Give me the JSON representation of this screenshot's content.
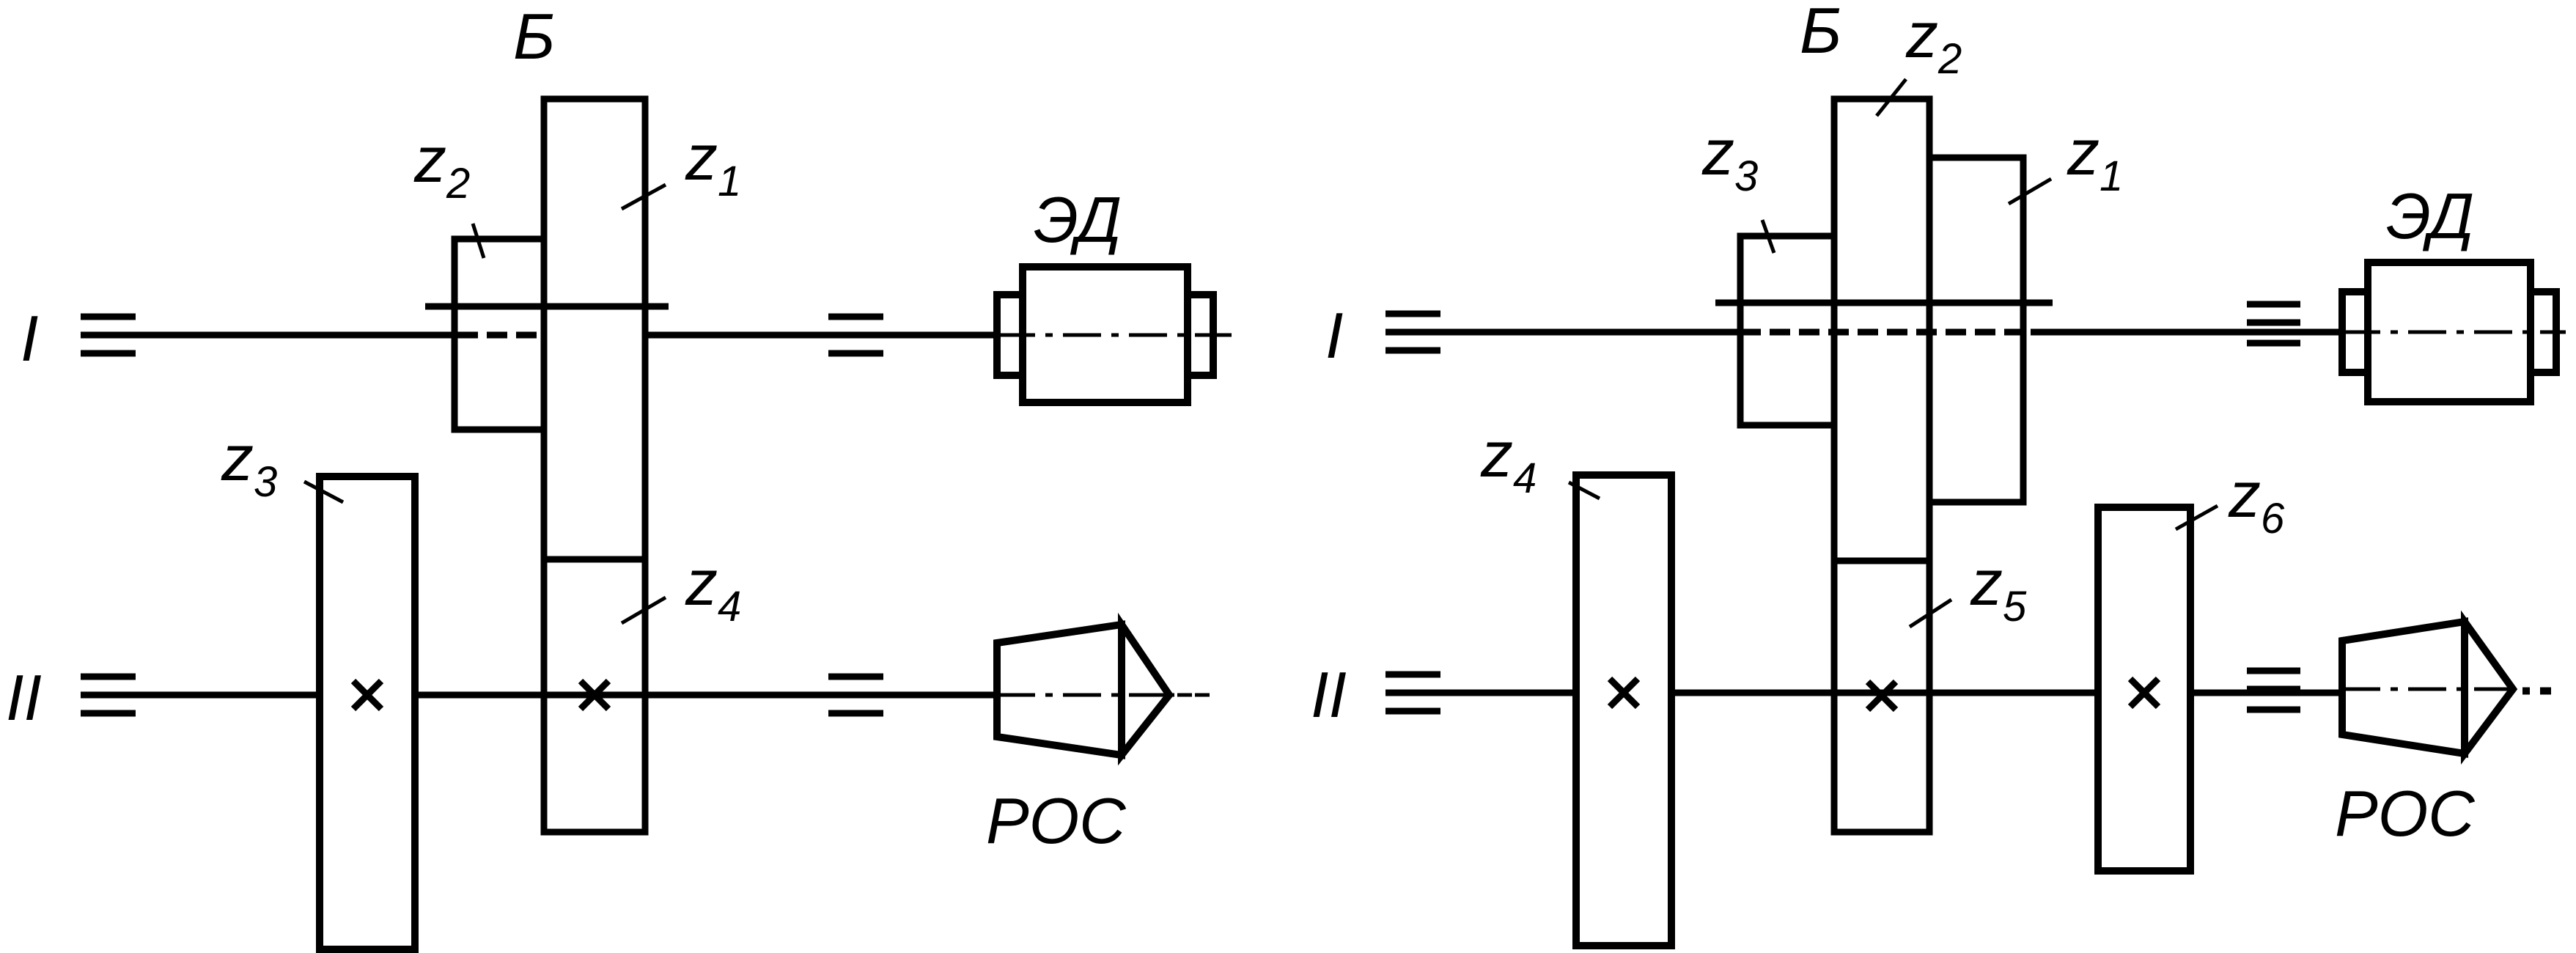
{
  "labels": {
    "block_b": "Б",
    "shaft_1": "I",
    "shaft_2": "II",
    "motor": "ЭД",
    "sensor": "РОС",
    "z_letter": "z"
  },
  "left": {
    "z_upper_wide": "1",
    "z_upper_small": "2",
    "z_lower_left": "3",
    "z_lower_mid": "4"
  },
  "right": {
    "z_upper_right": "1",
    "z_upper_tall": "2",
    "z_upper_small": "3",
    "z_lower_left": "4",
    "z_lower_mid": "5",
    "z_lower_right": "6"
  }
}
